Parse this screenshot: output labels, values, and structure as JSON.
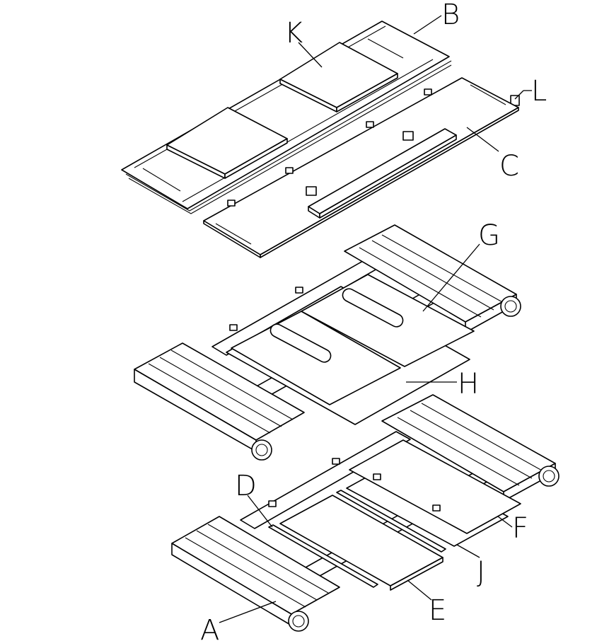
{
  "labels": {
    "A": "A",
    "B": "B",
    "C": "C",
    "D": "D",
    "E": "E",
    "F": "F",
    "G": "G",
    "H": "H",
    "J": "J",
    "K": "K",
    "L": "L"
  },
  "colors": {
    "line": "#000000",
    "fill": "#ffffff",
    "background": "#ffffff"
  }
}
